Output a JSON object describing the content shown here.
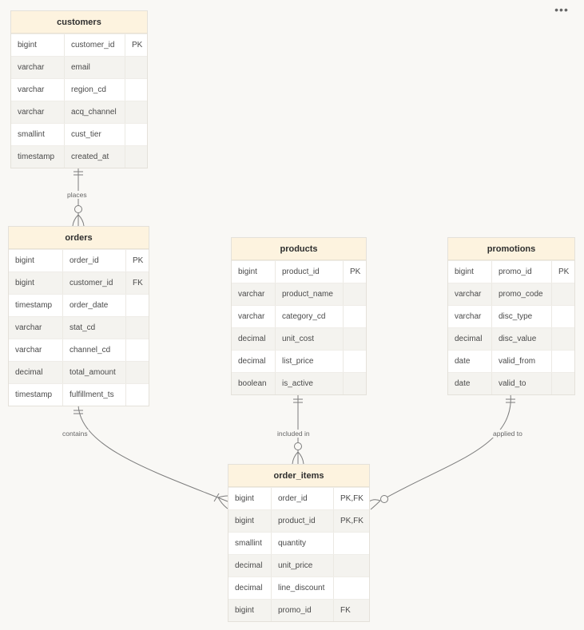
{
  "toolbar": {
    "more_icon": "•••"
  },
  "entities": {
    "customers": {
      "title": "customers",
      "columns": [
        {
          "type": "bigint",
          "name": "customer_id",
          "key": "PK"
        },
        {
          "type": "varchar",
          "name": "email",
          "key": ""
        },
        {
          "type": "varchar",
          "name": "region_cd",
          "key": ""
        },
        {
          "type": "varchar",
          "name": "acq_channel",
          "key": ""
        },
        {
          "type": "smallint",
          "name": "cust_tier",
          "key": ""
        },
        {
          "type": "timestamp",
          "name": "created_at",
          "key": ""
        }
      ]
    },
    "orders": {
      "title": "orders",
      "columns": [
        {
          "type": "bigint",
          "name": "order_id",
          "key": "PK"
        },
        {
          "type": "bigint",
          "name": "customer_id",
          "key": "FK"
        },
        {
          "type": "timestamp",
          "name": "order_date",
          "key": ""
        },
        {
          "type": "varchar",
          "name": "stat_cd",
          "key": ""
        },
        {
          "type": "varchar",
          "name": "channel_cd",
          "key": ""
        },
        {
          "type": "decimal",
          "name": "total_amount",
          "key": ""
        },
        {
          "type": "timestamp",
          "name": "fulfillment_ts",
          "key": ""
        }
      ]
    },
    "products": {
      "title": "products",
      "columns": [
        {
          "type": "bigint",
          "name": "product_id",
          "key": "PK"
        },
        {
          "type": "varchar",
          "name": "product_name",
          "key": ""
        },
        {
          "type": "varchar",
          "name": "category_cd",
          "key": ""
        },
        {
          "type": "decimal",
          "name": "unit_cost",
          "key": ""
        },
        {
          "type": "decimal",
          "name": "list_price",
          "key": ""
        },
        {
          "type": "boolean",
          "name": "is_active",
          "key": ""
        }
      ]
    },
    "promotions": {
      "title": "promotions",
      "columns": [
        {
          "type": "bigint",
          "name": "promo_id",
          "key": "PK"
        },
        {
          "type": "varchar",
          "name": "promo_code",
          "key": ""
        },
        {
          "type": "varchar",
          "name": "disc_type",
          "key": ""
        },
        {
          "type": "decimal",
          "name": "disc_value",
          "key": ""
        },
        {
          "type": "date",
          "name": "valid_from",
          "key": ""
        },
        {
          "type": "date",
          "name": "valid_to",
          "key": ""
        }
      ]
    },
    "order_items": {
      "title": "order_items",
      "columns": [
        {
          "type": "bigint",
          "name": "order_id",
          "key": "PK,FK"
        },
        {
          "type": "bigint",
          "name": "product_id",
          "key": "PK,FK"
        },
        {
          "type": "smallint",
          "name": "quantity",
          "key": ""
        },
        {
          "type": "decimal",
          "name": "unit_price",
          "key": ""
        },
        {
          "type": "decimal",
          "name": "line_discount",
          "key": ""
        },
        {
          "type": "bigint",
          "name": "promo_id",
          "key": "FK"
        }
      ]
    }
  },
  "relationships": [
    {
      "from": "customers",
      "to": "orders",
      "label": "places",
      "from_card": "one-and-only-one",
      "to_card": "zero-or-many"
    },
    {
      "from": "orders",
      "to": "order_items",
      "label": "contains",
      "from_card": "one-and-only-one",
      "to_card": "one-or-many"
    },
    {
      "from": "products",
      "to": "order_items",
      "label": "included in",
      "from_card": "one-and-only-one",
      "to_card": "zero-or-many"
    },
    {
      "from": "promotions",
      "to": "order_items",
      "label": "applied to",
      "from_card": "one-and-only-one",
      "to_card": "zero-or-many"
    }
  ],
  "colors": {
    "background": "#f9f8f5",
    "header": "#fdf3df",
    "row_alt": "#f4f3ef",
    "line": "#7a7a7a"
  }
}
